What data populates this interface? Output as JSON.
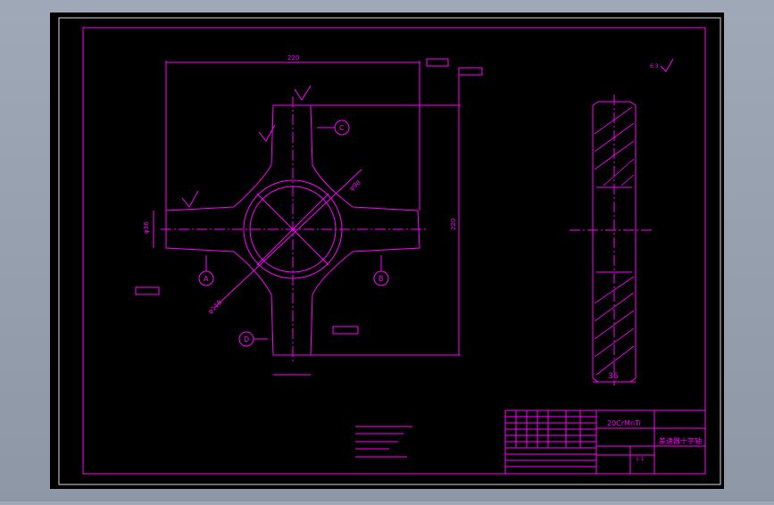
{
  "drawing": {
    "line_color": "#ff00ff",
    "background_color": "#000000",
    "viewport_color": "#96a0ae"
  },
  "dimensions": {
    "overall_width": "220",
    "overall_height": "220",
    "thickness": "36",
    "bore_diameter": "φ118",
    "shoulder_diameter": "φ98",
    "arm_diameter": "φ36"
  },
  "labels": {
    "material": "20CrMnTi",
    "roughness_symbol": "6.3",
    "datum_a": "A",
    "datum_b": "B",
    "datum_c": "C",
    "datum_d": "D"
  },
  "title_block": {
    "material": "20CrMnTi",
    "part_name": "差速器十字轴",
    "scale": "1:1"
  }
}
